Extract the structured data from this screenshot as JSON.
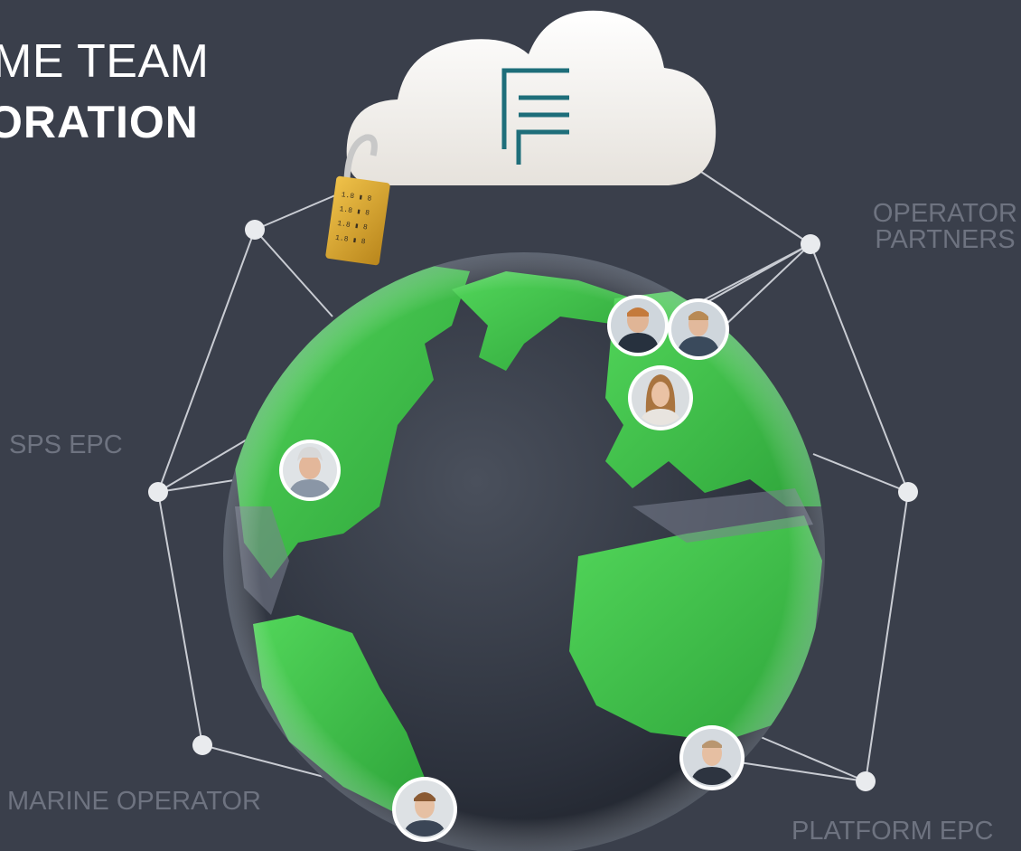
{
  "header": {
    "title_line1": "ME TEAM",
    "title_line2": "ORATION"
  },
  "labels": {
    "operator_partners_line1": "OPERATOR",
    "operator_partners_line2": "PARTNERS",
    "sps_epc": "SPS EPC",
    "marine_operator": "MARINE OPERATOR",
    "platform_epc": "PLATFORM EPC"
  },
  "colors": {
    "background": "#3a3f4b",
    "continent": "#3fbf4a",
    "ocean": "#2c313c",
    "cloud": "#f4f1ec",
    "logo": "#1e6e7a",
    "lock": "#d9a62a",
    "label": "#6e7380"
  },
  "icons": [
    "cloud-icon",
    "f-logo-icon",
    "padlock-icon",
    "globe-icon",
    "person-avatar-icon"
  ]
}
